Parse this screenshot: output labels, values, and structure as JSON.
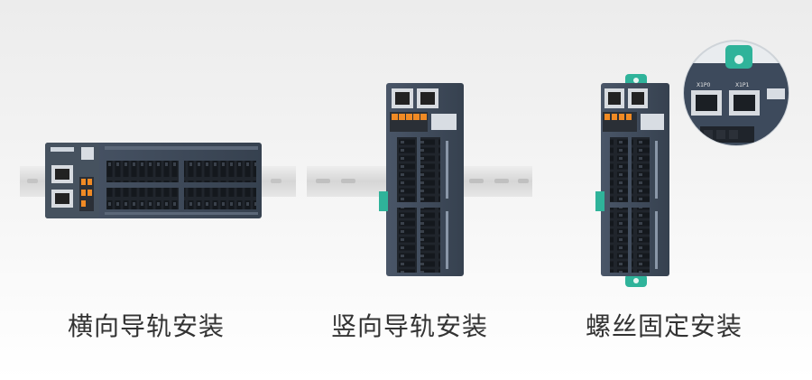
{
  "captions": {
    "horizontal": "横向导轨安装",
    "vertical": "竖向导轨安装",
    "screw": "螺丝固定安装"
  },
  "labels": {
    "port_a": "X1P0",
    "port_b": "X1P1"
  },
  "colors": {
    "module_body": "#3d4a5c",
    "terminal": "#1f242b",
    "accent_green": "#2fb39a",
    "rail": "#dcdcdc",
    "connector_orange": "#f08a24"
  }
}
